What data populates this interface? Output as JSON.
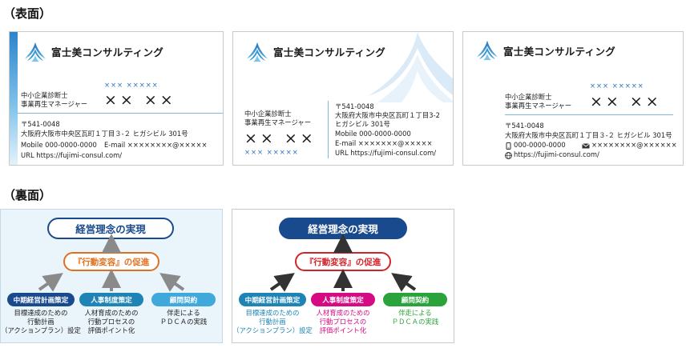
{
  "sections": {
    "front": "（表面）",
    "back": "（裏面）"
  },
  "company": "富士美コンサルティング",
  "title1": "中小企業診断士",
  "title2": "事業再生マネージャー",
  "name_kana": "××× ×××××",
  "name": "×× ××",
  "postal": "〒541-0048",
  "address_full": "大阪府大阪市中央区瓦町１丁目３-２ ヒガシビル 301号",
  "address_line1": "大阪府大阪市中央区瓦町１丁目3-2",
  "address_line2": "ヒガシビル 301号",
  "mobile": "Mobile 000-0000-0000",
  "email": "E-mail ××××××××@×××××",
  "email_short": "E-mail ×××××××@×××××",
  "url": "URL https://fujimi-consul.com/",
  "phone_plain": "000-0000-0000",
  "email_plain": "××××××××@××××××",
  "url_plain": "https://fujimi-consul.com/",
  "back": {
    "philosophy": "経営理念の実現",
    "promotion": "『行動変容』の促進",
    "items": [
      {
        "label": "中期経営計画策定",
        "lines": [
          "目標達成のための",
          "行動計画",
          "（アクションプラン）設定"
        ]
      },
      {
        "label": "人事制度策定",
        "lines": [
          "人材育成のための",
          "行動プロセスの",
          "評価ポイント化"
        ]
      },
      {
        "label": "顧問契約",
        "lines": [
          "伴走による",
          "ＰＤＣＡの実践"
        ]
      }
    ]
  },
  "colors": {
    "brand_blue": "#2c84cc",
    "navy": "#1a4a8e",
    "orange": "#e0701f",
    "red": "#d2232a",
    "magenta": "#d60b84",
    "green": "#2aa33a",
    "light_blue": "#41a8dc",
    "teal": "#1d84b5"
  }
}
